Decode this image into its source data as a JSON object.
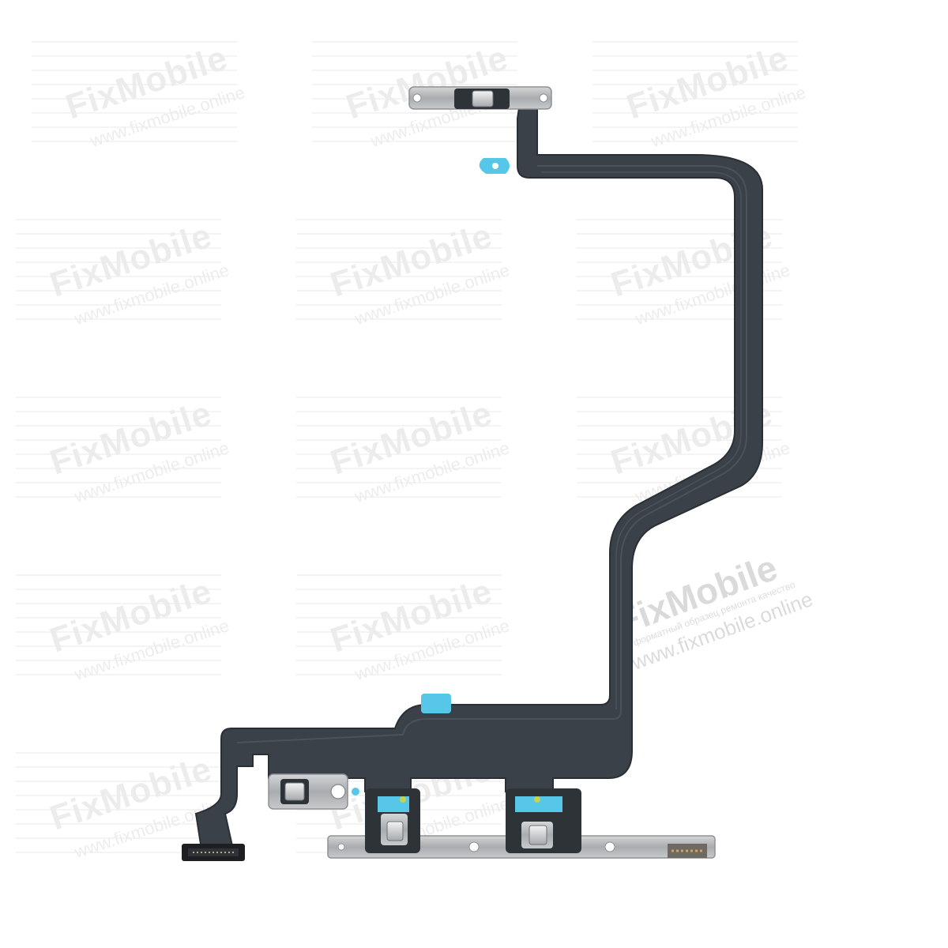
{
  "watermark": {
    "brand": "FixMobile",
    "tagline": "форматный образец ремонта качество",
    "url": "www.fixmobile.online"
  },
  "colors": {
    "background": "#ffffff",
    "flex_cable": "#3b4148",
    "flex_cable_edge": "#2a2f35",
    "trace": "#4a525b",
    "metal_bracket": "#b9bbbd",
    "metal_dark": "#8e9194",
    "adhesive_blue": "#56c7e8",
    "button_dome": "#d9dbdc",
    "connector": "#1d1f22",
    "gold_contact": "#c8a36a"
  },
  "icons": [
    "flex-cable-icon",
    "metal-bracket-icon",
    "switch-button-icon",
    "connector-icon",
    "adhesive-tab-icon"
  ]
}
